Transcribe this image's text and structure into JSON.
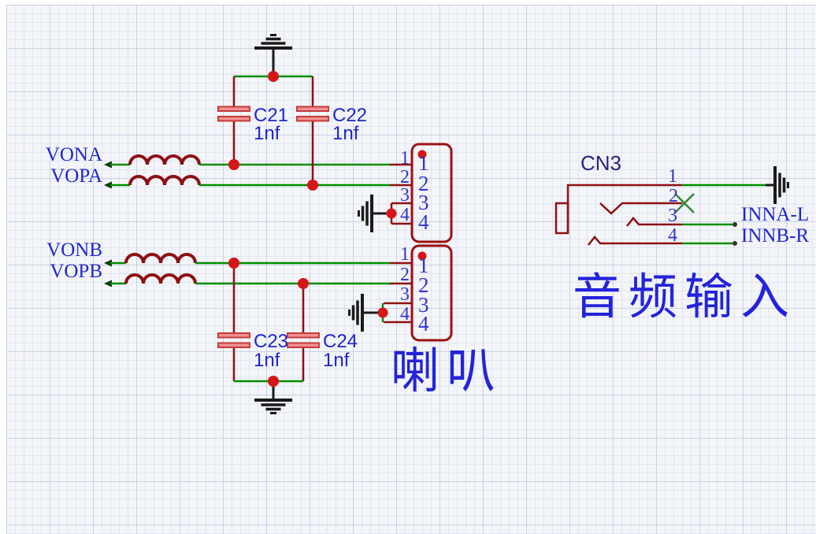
{
  "schematic": {
    "net_labels": {
      "vona": "VONA",
      "vopa": "VOPA",
      "vonb": "VONB",
      "vopb": "VOPB",
      "inna_l": "INNA-L",
      "innb_r": "INNB-R"
    },
    "capacitors": {
      "c21": {
        "ref": "C21",
        "value": "1nf"
      },
      "c22": {
        "ref": "C22",
        "value": "1nf"
      },
      "c23": {
        "ref": "C23",
        "value": "1nf"
      },
      "c24": {
        "ref": "C24",
        "value": "1nf"
      }
    },
    "speaker_connector_1": {
      "pins": [
        "1",
        "2",
        "3",
        "4"
      ]
    },
    "speaker_connector_2": {
      "pins": [
        "1",
        "2",
        "3",
        "4"
      ]
    },
    "audio_jack": {
      "ref": "CN3",
      "pins": [
        "1",
        "2",
        "3",
        "4"
      ]
    },
    "annotations": {
      "speaker": "喇叭",
      "audio_input": "音频输入"
    },
    "colors": {
      "wire_signal": "#008E00",
      "wire_component": "#8E1013",
      "junction_dot": "#D61616",
      "capacitor_fill": "#F29090",
      "label_blue": "#2025CF",
      "ground_black": "#1A1A1A",
      "no_connect_x": "#2E8B2E",
      "background": "#F3F5F9"
    }
  }
}
